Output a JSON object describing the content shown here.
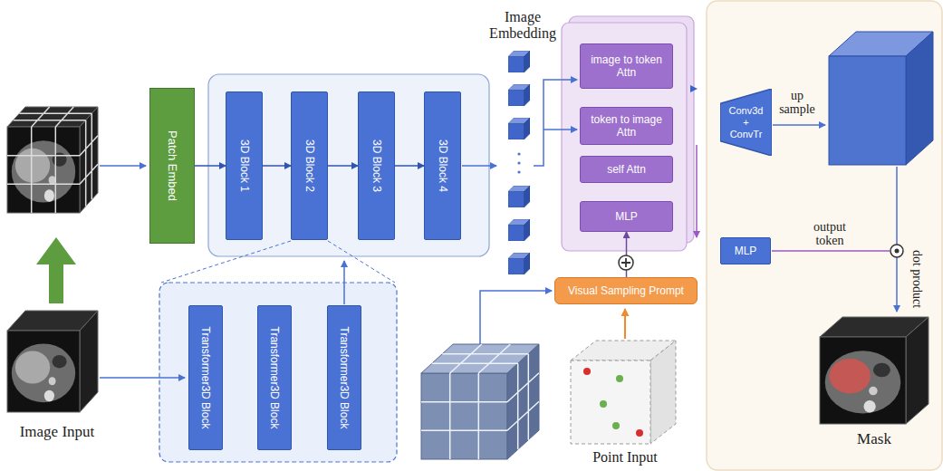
{
  "diagram": {
    "nodes": [
      {
        "text": [
          "Patch Embed"
        ]
      },
      {
        "text": [
          "3D Block 1"
        ]
      },
      {
        "text": [
          "3D Block 2"
        ]
      },
      {
        "text": [
          "3D Block 3"
        ]
      },
      {
        "text": [
          "3D Block 4"
        ]
      },
      {
        "text": [
          "Transformer3D Block"
        ]
      },
      {
        "text": [
          "Transformer3D Block"
        ]
      },
      {
        "text": [
          "Transformer3D Block"
        ]
      },
      {
        "text": [
          "image to token Attn"
        ]
      },
      {
        "text": [
          "token to image Attn"
        ]
      },
      {
        "text": [
          "self Attn"
        ]
      },
      {
        "text": [
          "MLP"
        ]
      },
      {
        "text": [
          "Visual Sampling Prompt"
        ]
      },
      {
        "text": [
          "Conv3d + ConvTr"
        ]
      },
      {
        "text": [
          "MLP"
        ]
      }
    ],
    "edges": [
      {
        "from": 0,
        "to": 1,
        "arrow": "to"
      },
      {
        "from": 1,
        "to": 2,
        "arrow": "to"
      },
      {
        "from": 2,
        "to": 3,
        "arrow": "to"
      },
      {
        "from": 3,
        "to": 4,
        "arrow": "to"
      },
      {
        "from": 12,
        "to": 11,
        "arrow": "to"
      },
      {
        "from": 8,
        "to": 13,
        "arrow": "to"
      },
      {
        "from": 9,
        "to": 14,
        "arrow": "to"
      }
    ],
    "labels": [
      "Image Embedding",
      "Image Input",
      "Point Input",
      "up sample",
      "output token",
      "dot product",
      "Mask"
    ]
  }
}
